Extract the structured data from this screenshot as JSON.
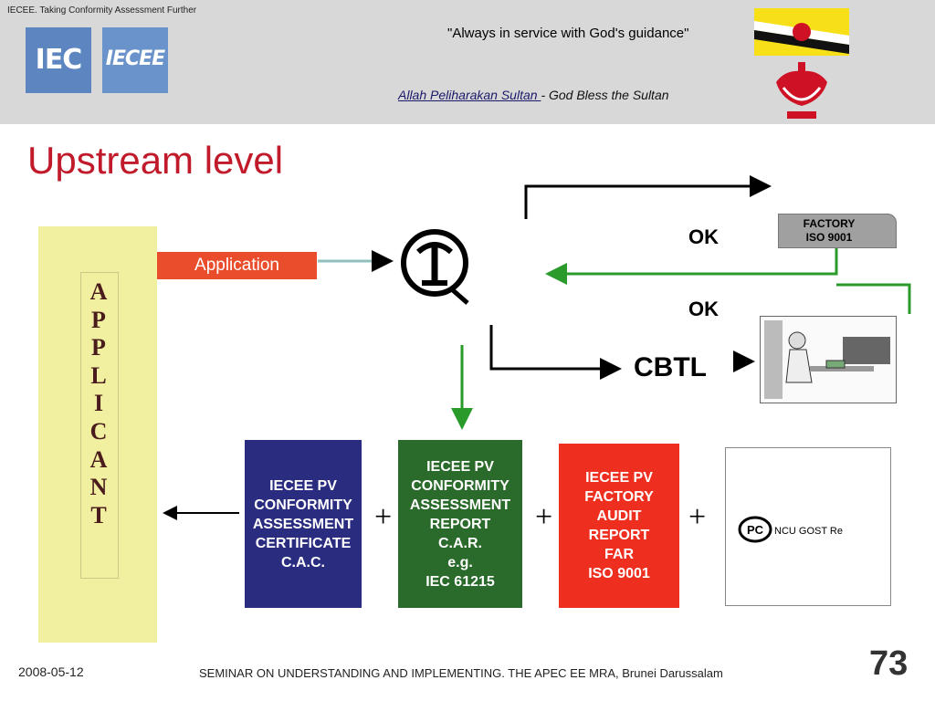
{
  "header": {
    "tagline": "IECEE. Taking Conformity Assessment Further",
    "logos": [
      {
        "label": "IEC",
        "color": "#5d86c1"
      },
      {
        "label": "IECEE",
        "color": "#6b93cb"
      }
    ],
    "motto": "\"Always in service with God's guidance\"",
    "subtitle_malay": "Allah Peliharakan Sultan ",
    "subtitle_english": "- God Bless the Sultan",
    "flag_icon": "brunei-flag-icon",
    "emblem_icon": "brunei-emblem-icon"
  },
  "title": "Upstream level",
  "applicant": {
    "letters": [
      "A",
      "P",
      "P",
      "L",
      "I",
      "C",
      "A",
      "N",
      "T"
    ]
  },
  "flow": {
    "application_label": "Application",
    "ok_top": "OK",
    "ok_middle": "OK",
    "cbtl": "CBTL",
    "factory_line1": "FACTORY",
    "factory_line2": "ISO 9001",
    "certificate_lines": [
      "IECEE PV",
      "CONFORMITY",
      "ASSESSMENT",
      "CERTIFICATE",
      "C.A.C."
    ],
    "report_lines": [
      "IECEE PV",
      "CONFORMITY",
      "ASSESSMENT",
      "REPORT",
      "C.A.R.",
      "e.g.",
      "IEC 61215"
    ],
    "audit_lines": [
      "IECEE PV",
      "FACTORY",
      "AUDIT",
      "REPORT",
      "FAR",
      "ISO 9001"
    ],
    "plus": "+",
    "gost_label": "NCU GOST Re",
    "colors": {
      "application": "#e94d2c",
      "certificate": "#2a2c80",
      "report": "#2a6a2a",
      "audit": "#ee2e1e",
      "green_arrow": "#2a9a2a"
    }
  },
  "footer": {
    "date": "2008-05-12",
    "seminar": "SEMINAR ON UNDERSTANDING AND IMPLEMENTING. THE APEC EE MRA, Brunei Darussalam",
    "page_number": "73"
  }
}
